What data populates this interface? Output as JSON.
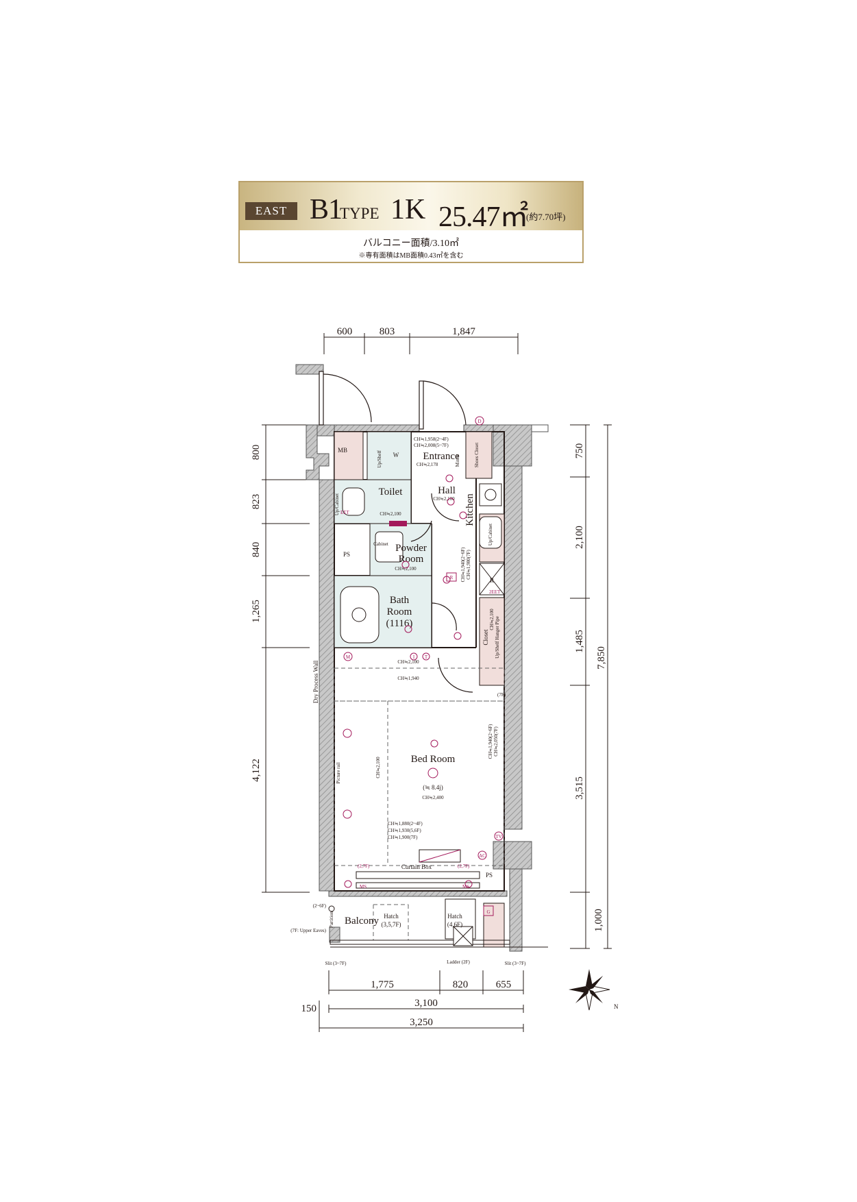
{
  "header": {
    "badge": "EAST",
    "type_prefix": "B1",
    "type_word": "TYPE",
    "layout": "1K",
    "area": "25.47㎡",
    "tsubo": "(約7.70坪)",
    "balcony_area": "バルコニー面積/3.10㎡",
    "note": "※専有面積はMB面積0.43㎡を含む"
  },
  "dimensions": {
    "top": [
      "600",
      "803",
      "1,847"
    ],
    "left": [
      "800",
      "823",
      "840",
      "1,265",
      "4,122"
    ],
    "right_inner": [
      "750",
      "2,100",
      "1,485",
      "3,515",
      "1,000"
    ],
    "right_total": "7,850",
    "bottom_row1": [
      "1,775",
      "820",
      "655"
    ],
    "bottom_row2_left": "150",
    "bottom_row2": "3,100",
    "bottom_row3": "3,250"
  },
  "rooms": {
    "mb": "MB",
    "ps": "PS",
    "ps2": "PS",
    "up_shelf": "Up/Shelf",
    "w": "W",
    "entrance": "Entrance",
    "mirror": "Mirror",
    "shoes_closet": "Shoes Closet",
    "toilet": "Toilet",
    "up_cabinet_toilet": "Up/Cabinet",
    "hall": "Hall",
    "kitchen": "Kitchen",
    "up_cabinet_kitchen": "Up/Cabinet",
    "refrigerator": "R",
    "powder_room_1": "Powder",
    "powder_room_2": "Room",
    "cabinet": "Cabinet",
    "bath_room_1": "Bath",
    "bath_room_2": "Room",
    "bath_size": "(1116)",
    "closet": "Closet",
    "closet_detail": "Up/Shelf Hanger Pipe",
    "dry_process_wall": "Dry Process Wall",
    "picture_rail": "Picture rail",
    "bed_room": "Bed Room",
    "bed_size": "(≒ 8.4j)",
    "curtain_box": "Curtain Box",
    "balcony": "Balcony",
    "partition": "Partition",
    "hatch1": "Hatch",
    "hatch1_floors": "(3,5,7F)",
    "hatch2": "Hatch",
    "hatch2_floors": "(4,6F)"
  },
  "ceiling_heights": {
    "entrance_1": "CH≒1,958(2~4F)",
    "entrance_2": "CH≒2,008(5~7F)",
    "entrance_3": "CH≒2,178",
    "hall": "CH≒2,100",
    "toilet": "CH≒2,100",
    "powder": "CH≒2,100",
    "hall_side_1": "CH≒1,940(2~6F)",
    "hall_side_2": "CH≒1,980(7F)",
    "corridor": "CH≒2,100",
    "bed_top": "CH≒1,940",
    "bed_left": "CH≒2,100",
    "bed_center": "CH≒2,400",
    "bed_right_1": "CH≒1,940(2~6F)",
    "bed_right_2": "CH≒2,050(7F)",
    "bed_bottom_1": "CH≒1,880(2~4F)",
    "bed_bottom_2": "CH≒1,930(5,6F)",
    "bed_bottom_3": "CH≒1,900(7F)",
    "closet_ch": "CH≒2,100"
  },
  "annotations": {
    "floor_7f": "(7F)",
    "floor_27f_left": "(2,7F)",
    "floor_27f_right": "(2,7F)",
    "partition_floors": "(2~6F)",
    "upper_eaves": "(7F: Upper Eaves)",
    "slit_left": "Slit (3~7F)",
    "slit_right": "Slit (3~7F)",
    "ladder": "Ladder (2F)",
    "sym_d": "D",
    "sym_r": "R",
    "sym_m": "M",
    "sym_i": "I",
    "sym_tel": "T",
    "sym_tv": "TV",
    "sym_ac": "AC",
    "sym_g": "G",
    "sym_ms_left": "MS",
    "sym_ms_right": "MS",
    "eet": "EET",
    "twoeet": "2EET",
    "north": "N"
  },
  "colors": {
    "mb_fill": "#f1dedb",
    "wet_fill": "#e5f0ef",
    "wall": "#9b9b9b",
    "symbol": "#a3195b",
    "badge": "#5a4631",
    "gold": "#b9a06a"
  }
}
